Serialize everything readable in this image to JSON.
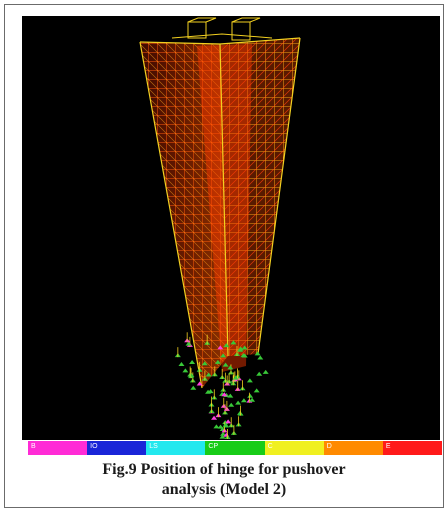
{
  "figure": {
    "caption_line1": "Fig.9 Position of hinge for pushover",
    "caption_line2": "analysis (Model 2)"
  },
  "legend": [
    {
      "label": "B",
      "color": "#ff2bd6"
    },
    {
      "label": "IO",
      "color": "#1a25d8"
    },
    {
      "label": "LS",
      "color": "#22e8ee"
    },
    {
      "label": "CP",
      "color": "#18cc18"
    },
    {
      "label": "C",
      "color": "#f0f020"
    },
    {
      "label": "D",
      "color": "#ff8a00"
    },
    {
      "label": "E",
      "color": "#ff1a1a"
    }
  ],
  "colors": {
    "frame_yellow": "#f2d020",
    "frame_orange": "#ff6a10",
    "frame_red": "#ff3a10",
    "support_green": "#38c838",
    "hinge_magenta": "#ff40e0",
    "background": "#000000"
  }
}
